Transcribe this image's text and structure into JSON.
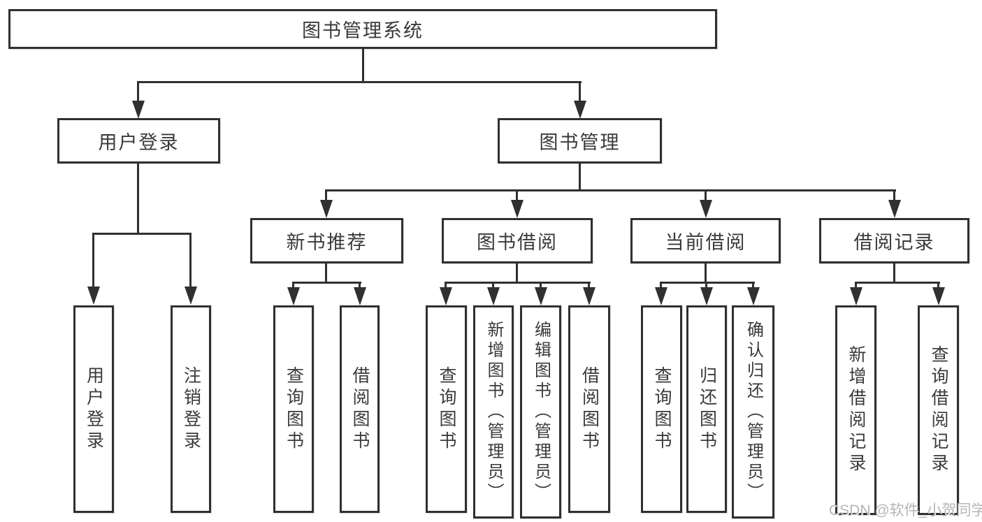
{
  "diagram": {
    "title": "图书管理系统",
    "level2": {
      "login": "用户登录",
      "manage": "图书管理"
    },
    "level3": {
      "recommend": "新书推荐",
      "borrow": "图书借阅",
      "current": "当前借阅",
      "records": "借阅记录"
    },
    "leaves": {
      "login": [
        "用户登录",
        "注销登录"
      ],
      "recommend": [
        "查询图书",
        "借阅图书"
      ],
      "borrow": [
        "查询图书",
        "新增图书（管理员）",
        "编辑图书（管理员）",
        "借阅图书"
      ],
      "current": [
        "查询图书",
        "归还图书",
        "确认归还（管理员）"
      ],
      "records": [
        "新增借阅记录",
        "查询借阅记录"
      ]
    },
    "watermark": "CSDN @软件_小贺同学",
    "colors": {
      "line": "#303030",
      "text": "#3a3a3a",
      "watermark": "#b5b5b5",
      "background": "#ffffff"
    }
  }
}
